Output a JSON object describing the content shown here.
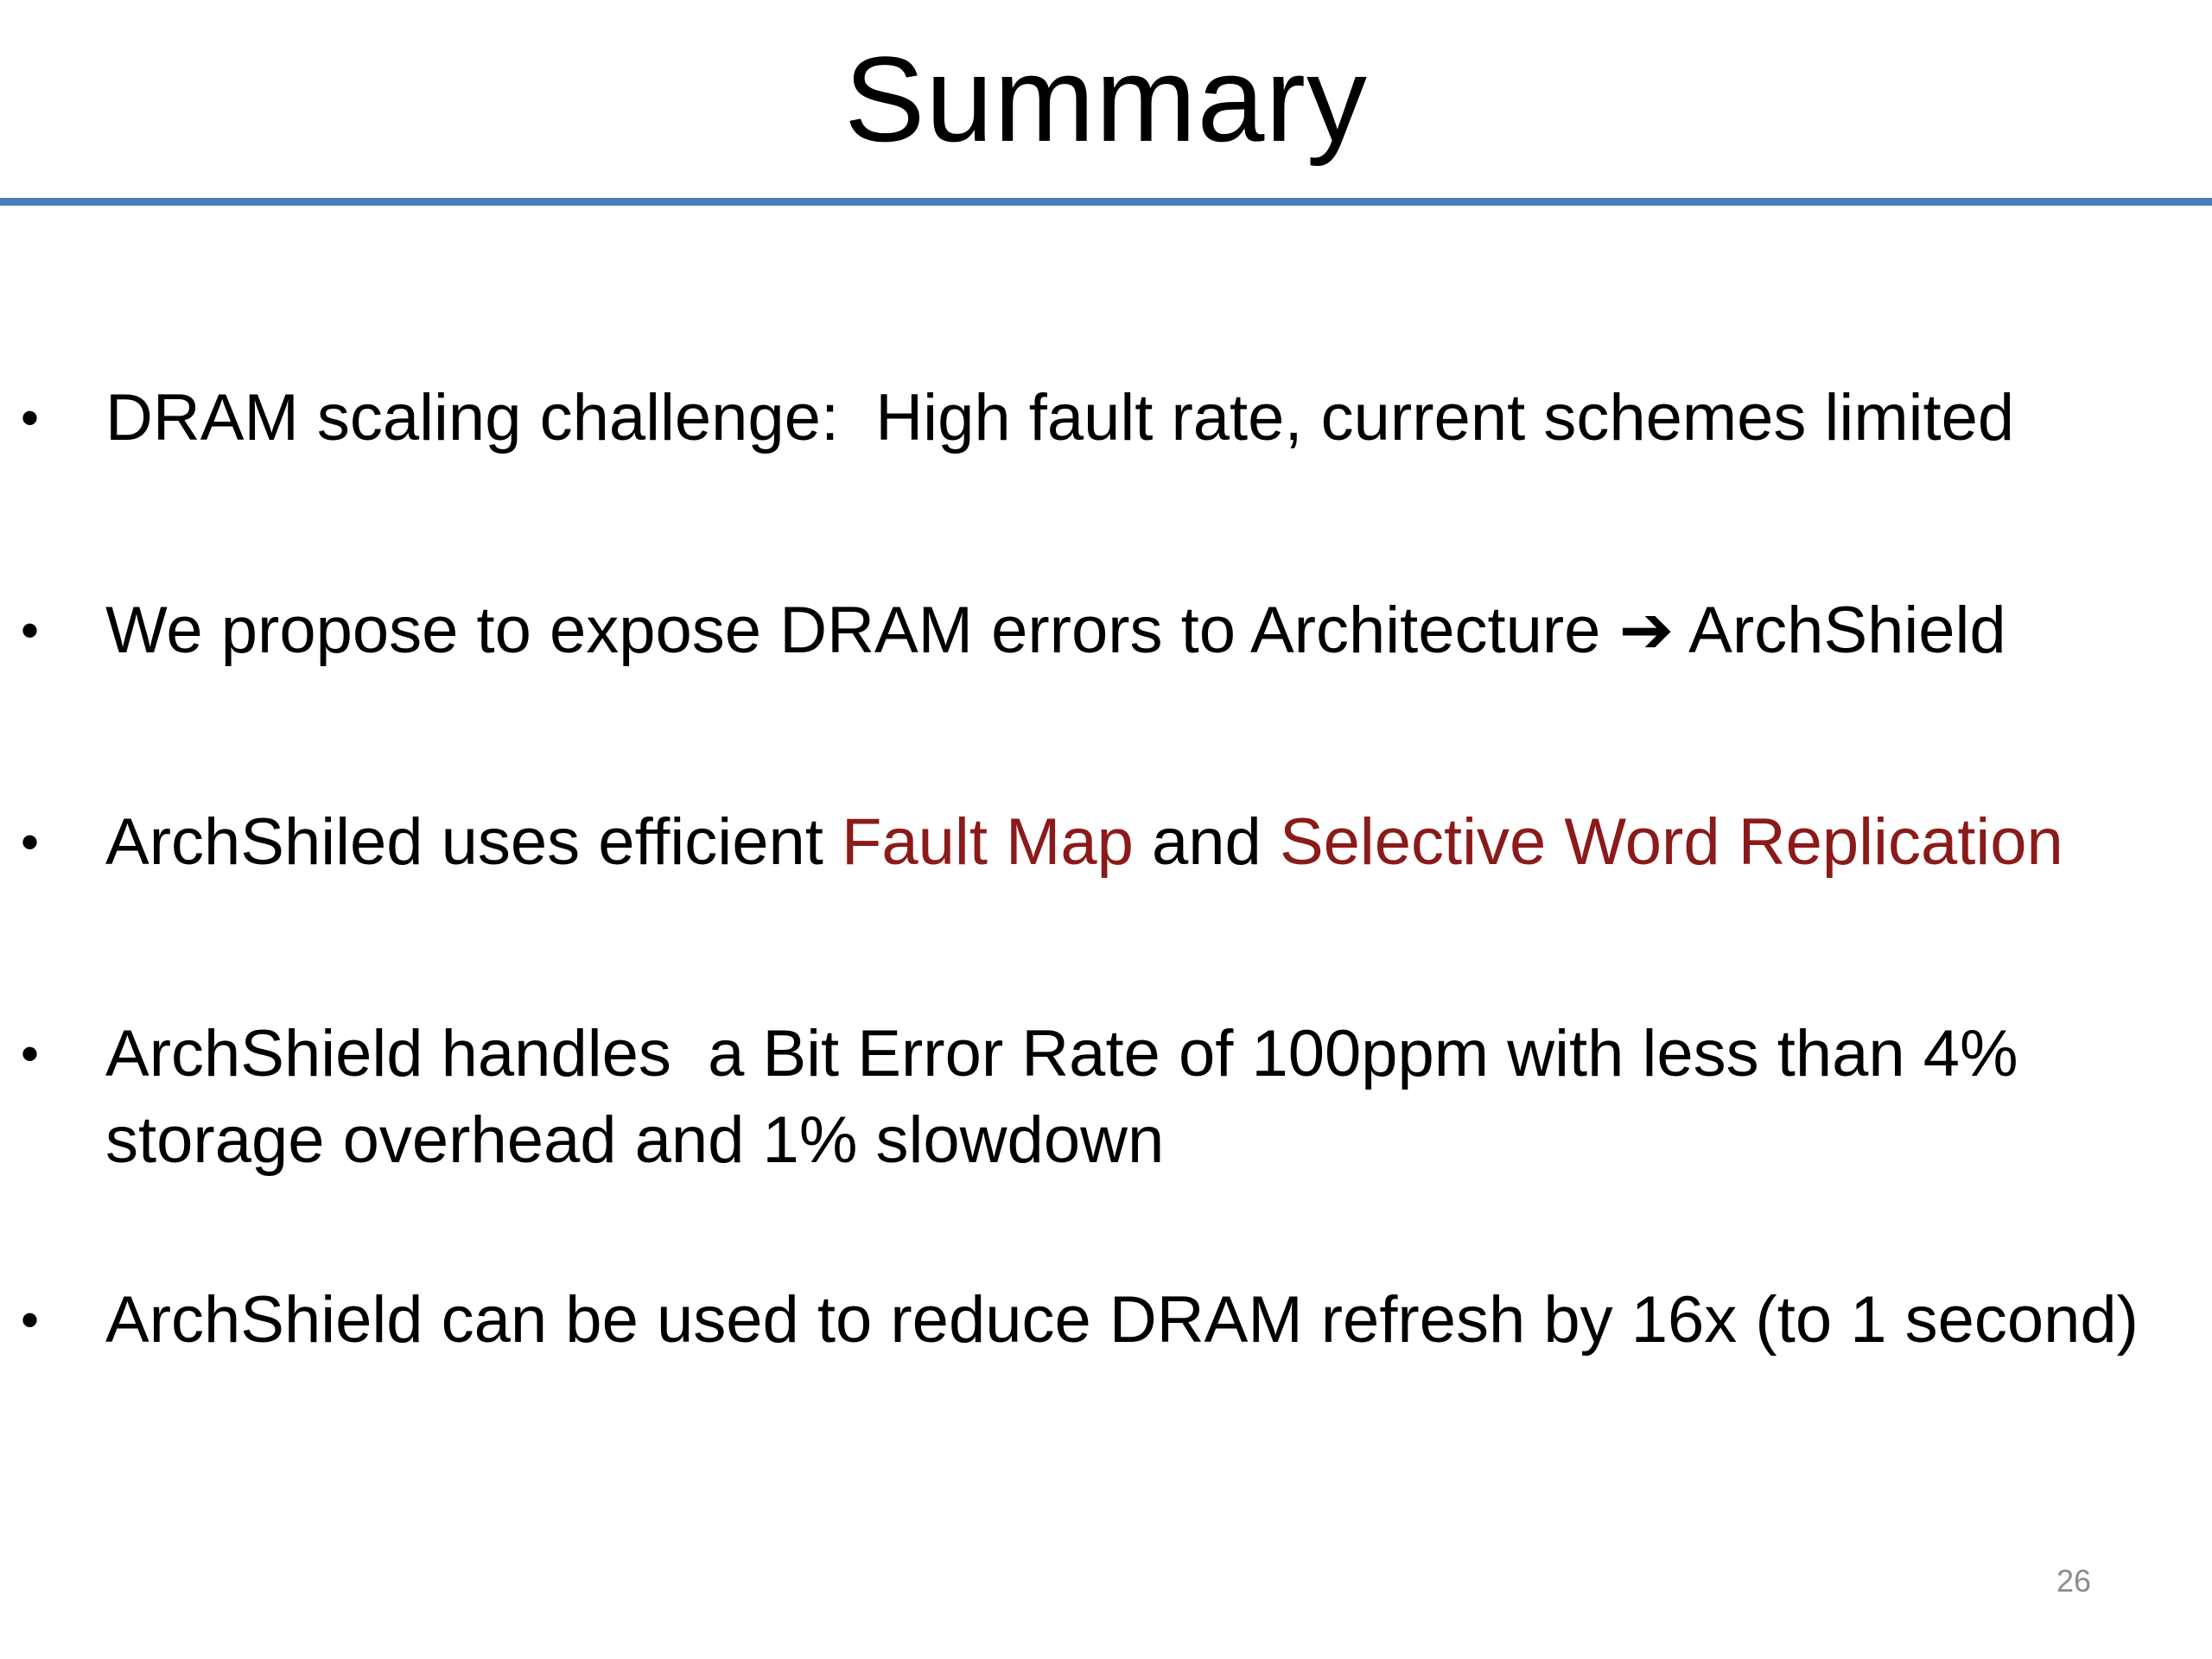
{
  "slide": {
    "title": "Summary",
    "page_number": "26",
    "accent_rule_color": "#4a7ebb",
    "highlight_color": "#8b1a1a",
    "bullet_glyph": "•",
    "bullets": [
      {
        "text": "DRAM scaling challenge:  High fault rate, current schemes limited"
      },
      {
        "text_before": "We propose to expose DRAM errors to Architecture ",
        "arrow": "➔",
        "text_after": " ArchShield"
      },
      {
        "text_before": "ArchShiled uses efficient ",
        "highlight_1": "Fault Map",
        "text_middle": " and ",
        "highlight_2": "Selective Word Replication"
      },
      {
        "text": "ArchShield handles  a Bit Error Rate of 100ppm with less than 4% storage overhead and 1% slowdown"
      },
      {
        "text": "ArchShield can be used to reduce DRAM refresh by 16x (to 1 second)"
      }
    ]
  }
}
